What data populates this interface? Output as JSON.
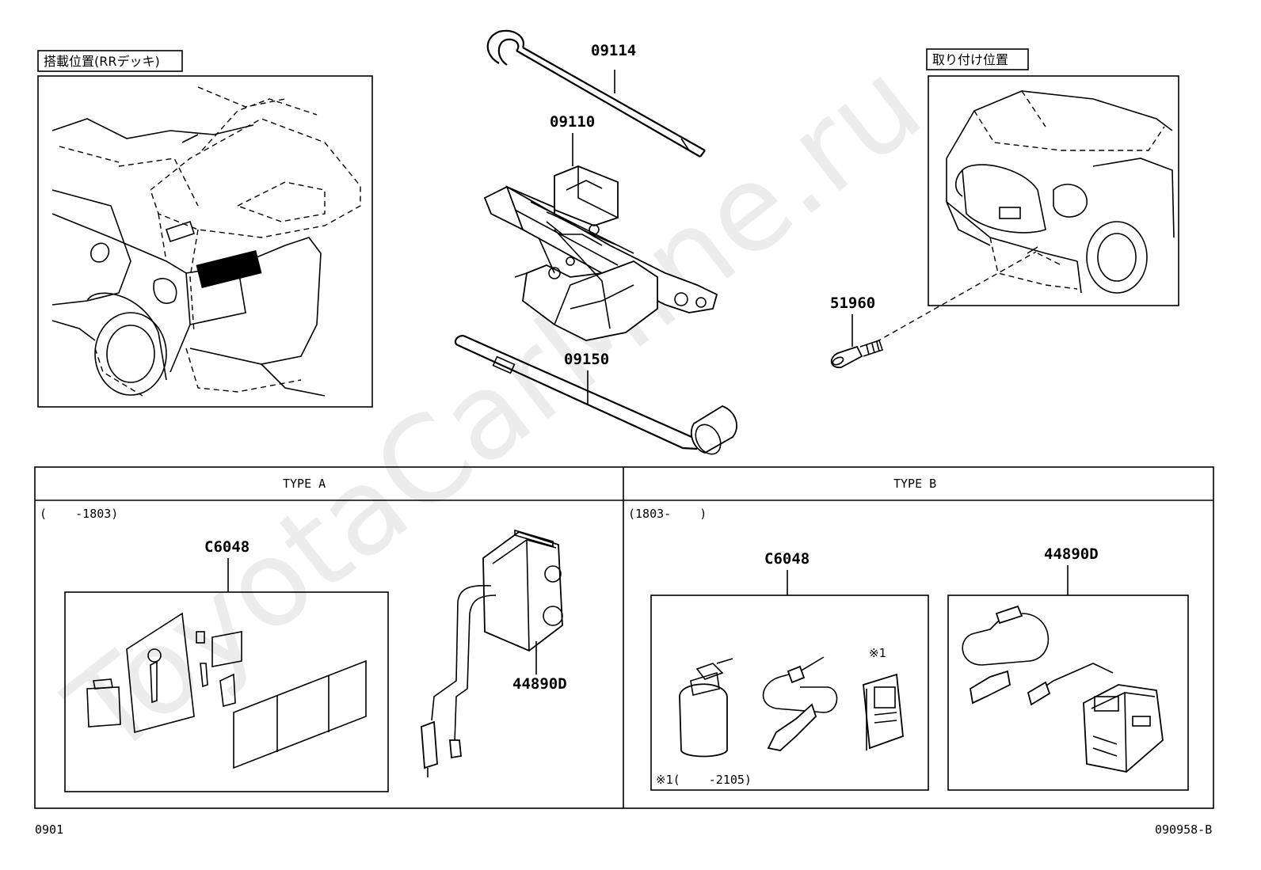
{
  "watermark": "ToyotaCarMine.ru",
  "top_left_box": {
    "label": "搭載位置(RRデッキ)"
  },
  "top_right_box": {
    "label": "取り付け位置"
  },
  "parts_top": {
    "handle": "09114",
    "jack": "09110",
    "wrench": "09150",
    "tow_hook": "51960"
  },
  "table": {
    "type_a": {
      "header": "TYPE A",
      "range": "(    -1803)",
      "sealant_kit": "C6048",
      "compressor": "44890D"
    },
    "type_b": {
      "header": "TYPE B",
      "range": "(1803-    )",
      "sealant_kit": "C6048",
      "compressor": "44890D",
      "note_mark": "※1",
      "note_text": "※1(    -2105)"
    }
  },
  "footer": {
    "left_code": "0901",
    "right_code": "090958-B"
  }
}
